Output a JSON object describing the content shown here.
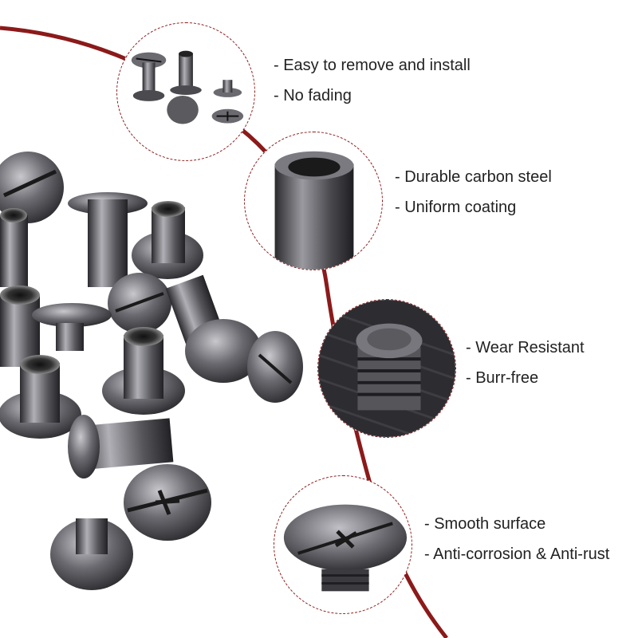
{
  "colors": {
    "accent_curve": "#8b1a1a",
    "dashed_border": "#8b1a1a",
    "metal_dark": "#2b2b2e",
    "metal_mid": "#5a5a5f",
    "metal_light": "#b9b9be",
    "text": "#222222"
  },
  "callouts": [
    {
      "id": "rivet-set",
      "features": [
        "- Easy to remove and install",
        "- No fading"
      ]
    },
    {
      "id": "thread-hole",
      "features": [
        "- Durable carbon steel",
        "- Uniform coating"
      ]
    },
    {
      "id": "screw-thread",
      "features": [
        "- Wear Resistant",
        "- Burr-free"
      ]
    },
    {
      "id": "screw-head",
      "features": [
        "- Smooth surface",
        "- Anti-corrosion & Anti-rust"
      ]
    }
  ]
}
